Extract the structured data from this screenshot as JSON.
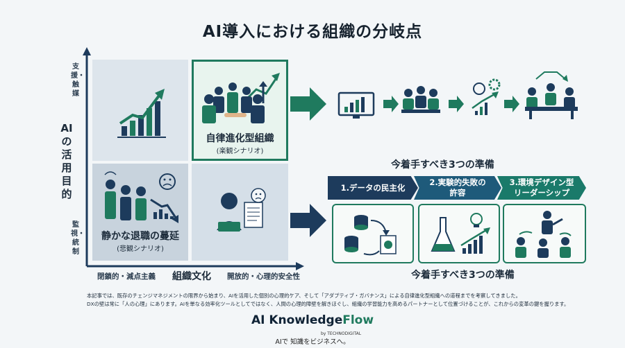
{
  "title": "AI導入における組織の分岐点",
  "y_axis": {
    "label": "AIの活用目的",
    "top": "支援・触媒",
    "bottom": "監視・統制"
  },
  "x_axis": {
    "label": "組織文化",
    "left": "閉鎖的・減点主義",
    "right": "開放的・心理的安全性"
  },
  "quadrants": {
    "top_right": {
      "title": "自律進化型組織",
      "subtitle": "(楽観シナリオ)"
    },
    "bottom_left": {
      "title": "静かな退職の蔓延",
      "subtitle": "(悲観シナリオ)"
    }
  },
  "prep": {
    "title": "今着手すべき3つの準備",
    "caption": "今着手すべき3つの準備",
    "steps": [
      {
        "label": "1.データの民主化"
      },
      {
        "label": "2.実験的失敗の\n許容"
      },
      {
        "label": "3.環境デザイン型\nリーダーシップ"
      }
    ]
  },
  "description": [
    "本記事では、既存のチェンジマネジメントの限界から始まり、AIを活用した個別の心理的ケア、そして「アダプティブ・ガバナンス」による自律進化型組織への道程までを考察してきました。",
    "DXの壁は常に「人の心理」にあります。AIを単なる効率化ツールとしてではなく、人間の心理的障壁を解きほぐし、組織の学習能力を高めるパートナーとして位置づけることが、これからの変革の鍵を握ります。"
  ],
  "brand": {
    "name_a": "AI Knowledge",
    "name_b": "Flow",
    "by": "by TECHNODIGITAL",
    "tagline": "AIで 知識をビジネスへ。"
  },
  "colors": {
    "navy": "#1d3b5c",
    "green": "#1f7a5e",
    "teal": "#1a7a6a",
    "axis": "#1d3b5c"
  }
}
